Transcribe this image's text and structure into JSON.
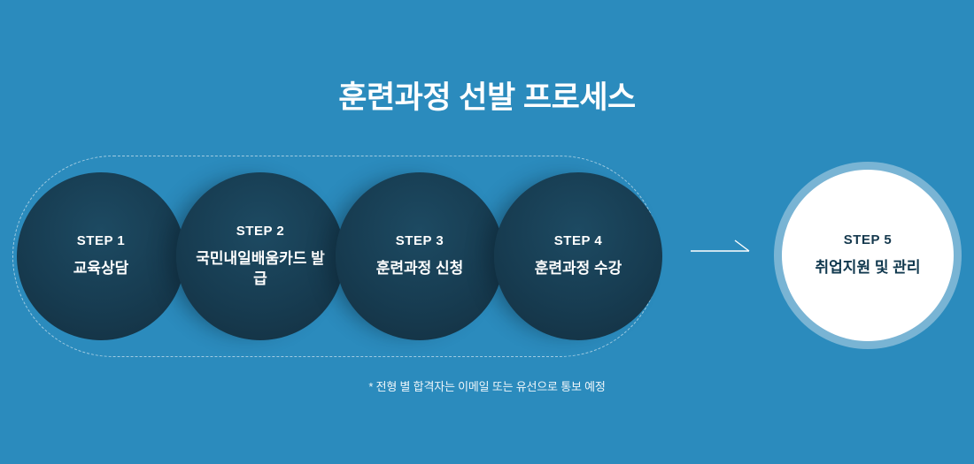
{
  "page": {
    "title": "훈련과정 선발 프로세스",
    "footnote": "* 전형 별 합격자는 이메일 또는 유선으로 통보 예정"
  },
  "steps": [
    {
      "label": "STEP 1",
      "title": "교육상담"
    },
    {
      "label": "STEP 2",
      "title": "국민내일배움카드 발급"
    },
    {
      "label": "STEP 3",
      "title": "훈련과정 신청"
    },
    {
      "label": "STEP 4",
      "title": "훈련과정 수강"
    },
    {
      "label": "STEP 5",
      "title": "취업지원 및 관리"
    }
  ],
  "icons": {
    "arrow": "right-arrow-icon"
  },
  "colors": {
    "background": "#2b8bbd",
    "dark_circle": "#173c51",
    "light_circle": "#ffffff",
    "light_circle_ring": "#79b4d4",
    "text_light": "#ffffff",
    "text_dark": "#14384d",
    "dashed_outline": "rgba(255,255,255,0.55)"
  }
}
